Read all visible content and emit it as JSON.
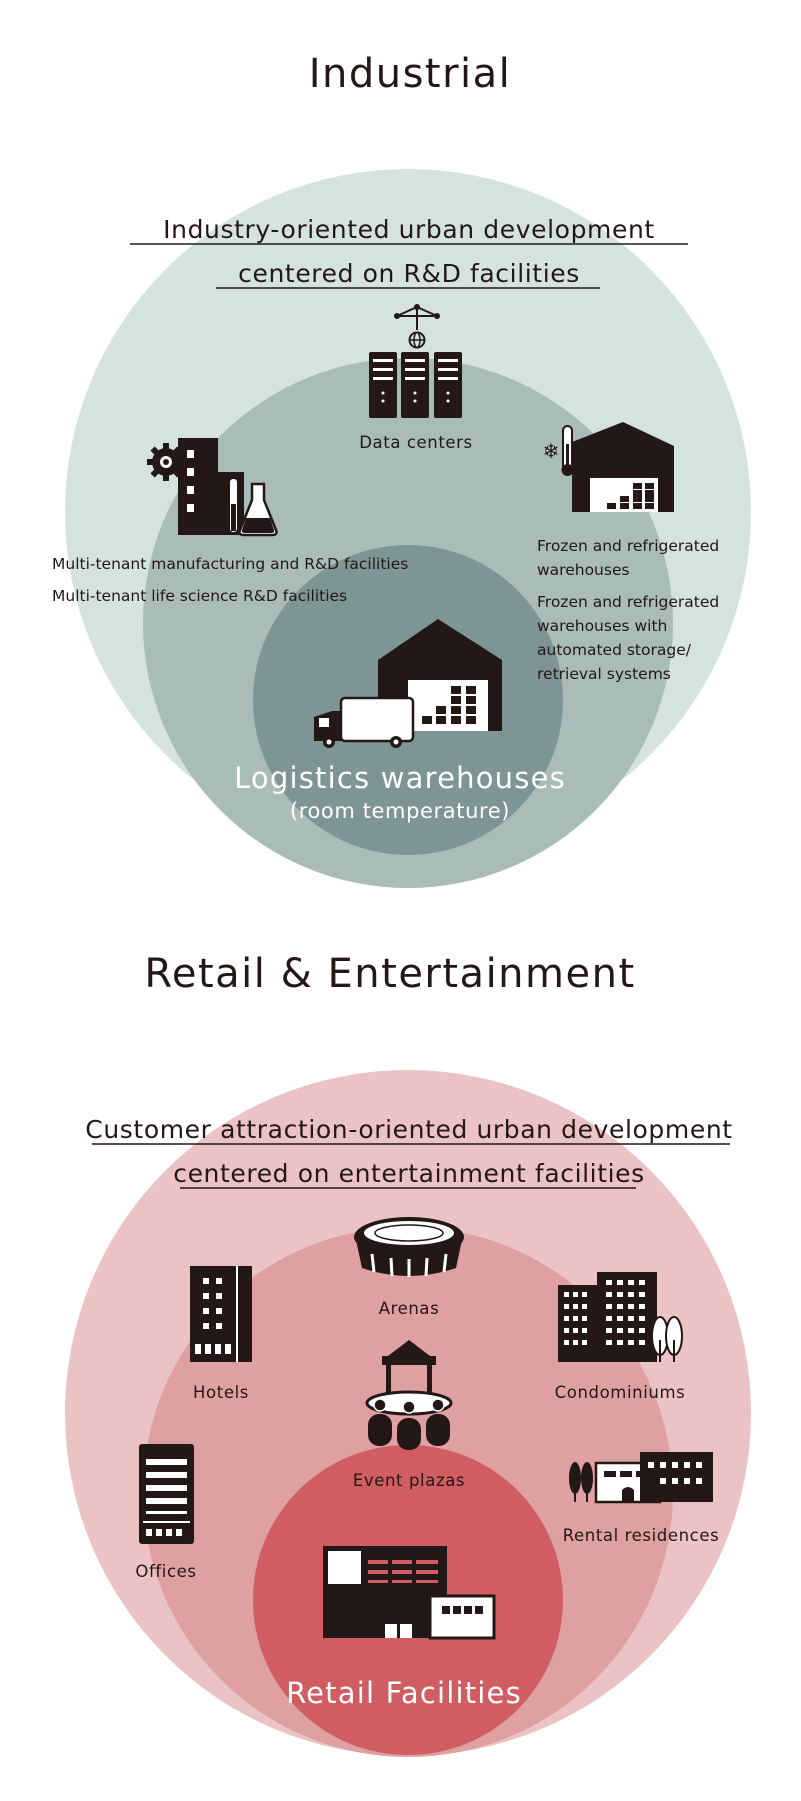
{
  "industrial": {
    "title": "Industrial",
    "heading_line1": "Industry-oriented urban development",
    "heading_line2": "centered on R&D facilities",
    "data_centers": "Data centers",
    "mfg_line1": "Multi-tenant manufacturing and R&D facilities",
    "mfg_line2": "Multi-tenant life science R&D facilities",
    "frozen_1a": "Frozen and refrigerated",
    "frozen_1b": "warehouses",
    "frozen_2a": "Frozen and refrigerated",
    "frozen_2b": "warehouses with",
    "frozen_2c": "automated storage/",
    "frozen_2d": "retrieval systems",
    "core_line1": "Logistics warehouses",
    "core_line2": "(room temperature)",
    "colors": {
      "outer": "#d5e3de",
      "middle": "#a9bcb8",
      "inner": "#7e9596"
    }
  },
  "retail": {
    "title": "Retail & Entertainment",
    "heading_line1": "Customer attraction-oriented urban development",
    "heading_line2": "centered on entertainment facilities",
    "arenas": "Arenas",
    "hotels": "Hotels",
    "condominiums": "Condominiums",
    "event_plazas": "Event plazas",
    "offices": "Offices",
    "rental_residences": "Rental residences",
    "core_line1": "Retail Facilities",
    "colors": {
      "outer": "#ebc3c4",
      "middle": "#dea0a0",
      "inner": "#cf5d62"
    }
  }
}
